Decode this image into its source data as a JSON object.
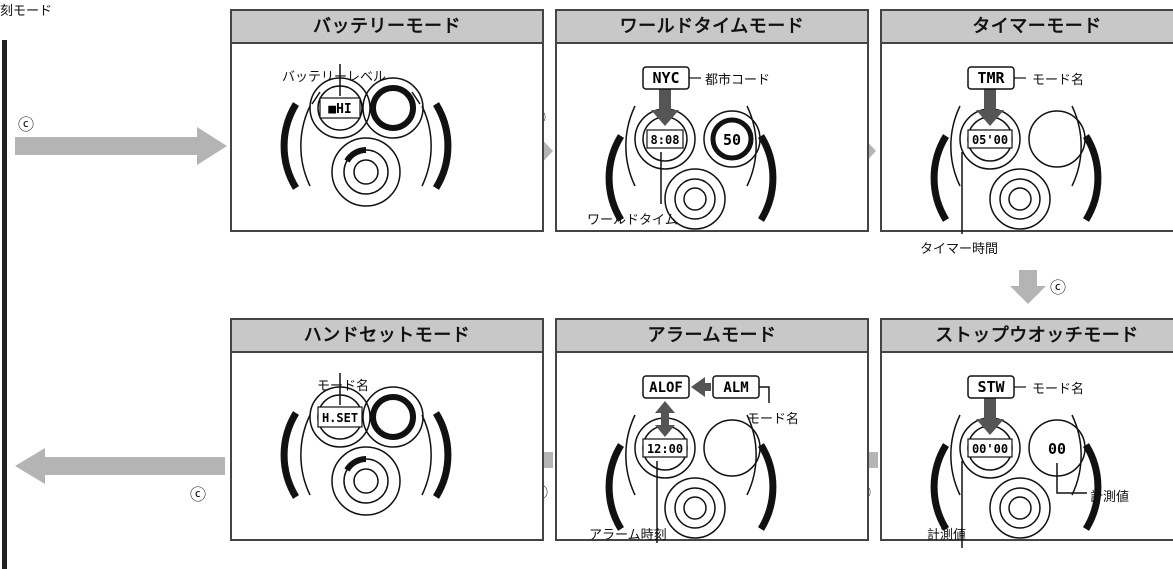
{
  "corner_text": "刻モード",
  "c_mark": "ⓒ",
  "colors": {
    "panel_title_bg": "#c8c8c8",
    "arrow": "#b4b4b4",
    "line": "#111111"
  },
  "panels": {
    "battery": {
      "title": "バッテリーモード",
      "disp_main": "■HI",
      "callout_top": "バッテリーレベル"
    },
    "worldtime": {
      "title": "ワールドタイムモード",
      "code": "NYC",
      "code_note": "都市コード",
      "disp_main": "8:08",
      "disp_sub": "50",
      "callout_bottom": "ワールドタイム"
    },
    "timer": {
      "title": "タイマーモード",
      "code": "TMR",
      "code_note": "モード名",
      "disp_main": "05'00",
      "callout_bottom": "タイマー時間"
    },
    "stopwatch": {
      "title": "ストップウオッチモード",
      "code": "STW",
      "code_note": "モード名",
      "disp_main": "00'00",
      "disp_sub": "00",
      "callout_bottom": "計測値",
      "callout_right": "計測値"
    },
    "alarm": {
      "title": "アラームモード",
      "code_left": "ALOF",
      "code_right": "ALM",
      "code_note": "モード名",
      "disp_main": "12:00",
      "callout_bottom": "アラーム時刻"
    },
    "handset": {
      "title": "ハンドセットモード",
      "disp_main": "H.SET",
      "callout_top": "モード名"
    }
  }
}
